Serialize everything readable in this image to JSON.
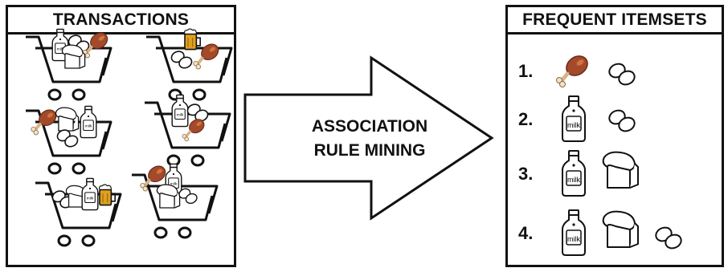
{
  "left_panel": {
    "title": "TRANSACTIONS"
  },
  "right_panel": {
    "title": "FREQUENT ITEMSETS"
  },
  "arrow": {
    "line1": "ASSOCIATION",
    "line2": "RULE MINING"
  },
  "milk_label": "milk",
  "itemsets": [
    {
      "number": "1.",
      "items": [
        "ham-icon",
        "eggs-icon"
      ]
    },
    {
      "number": "2.",
      "items": [
        "milk-icon",
        "eggs-icon"
      ]
    },
    {
      "number": "3.",
      "items": [
        "milk-icon",
        "bread-icon"
      ]
    },
    {
      "number": "4.",
      "items": [
        "milk-icon",
        "bread-icon",
        "eggs-icon"
      ]
    }
  ],
  "colors": {
    "ham": "#a34a2c",
    "ham_light": "#d0753f",
    "beer": "#e0a020",
    "outline": "#111111"
  }
}
